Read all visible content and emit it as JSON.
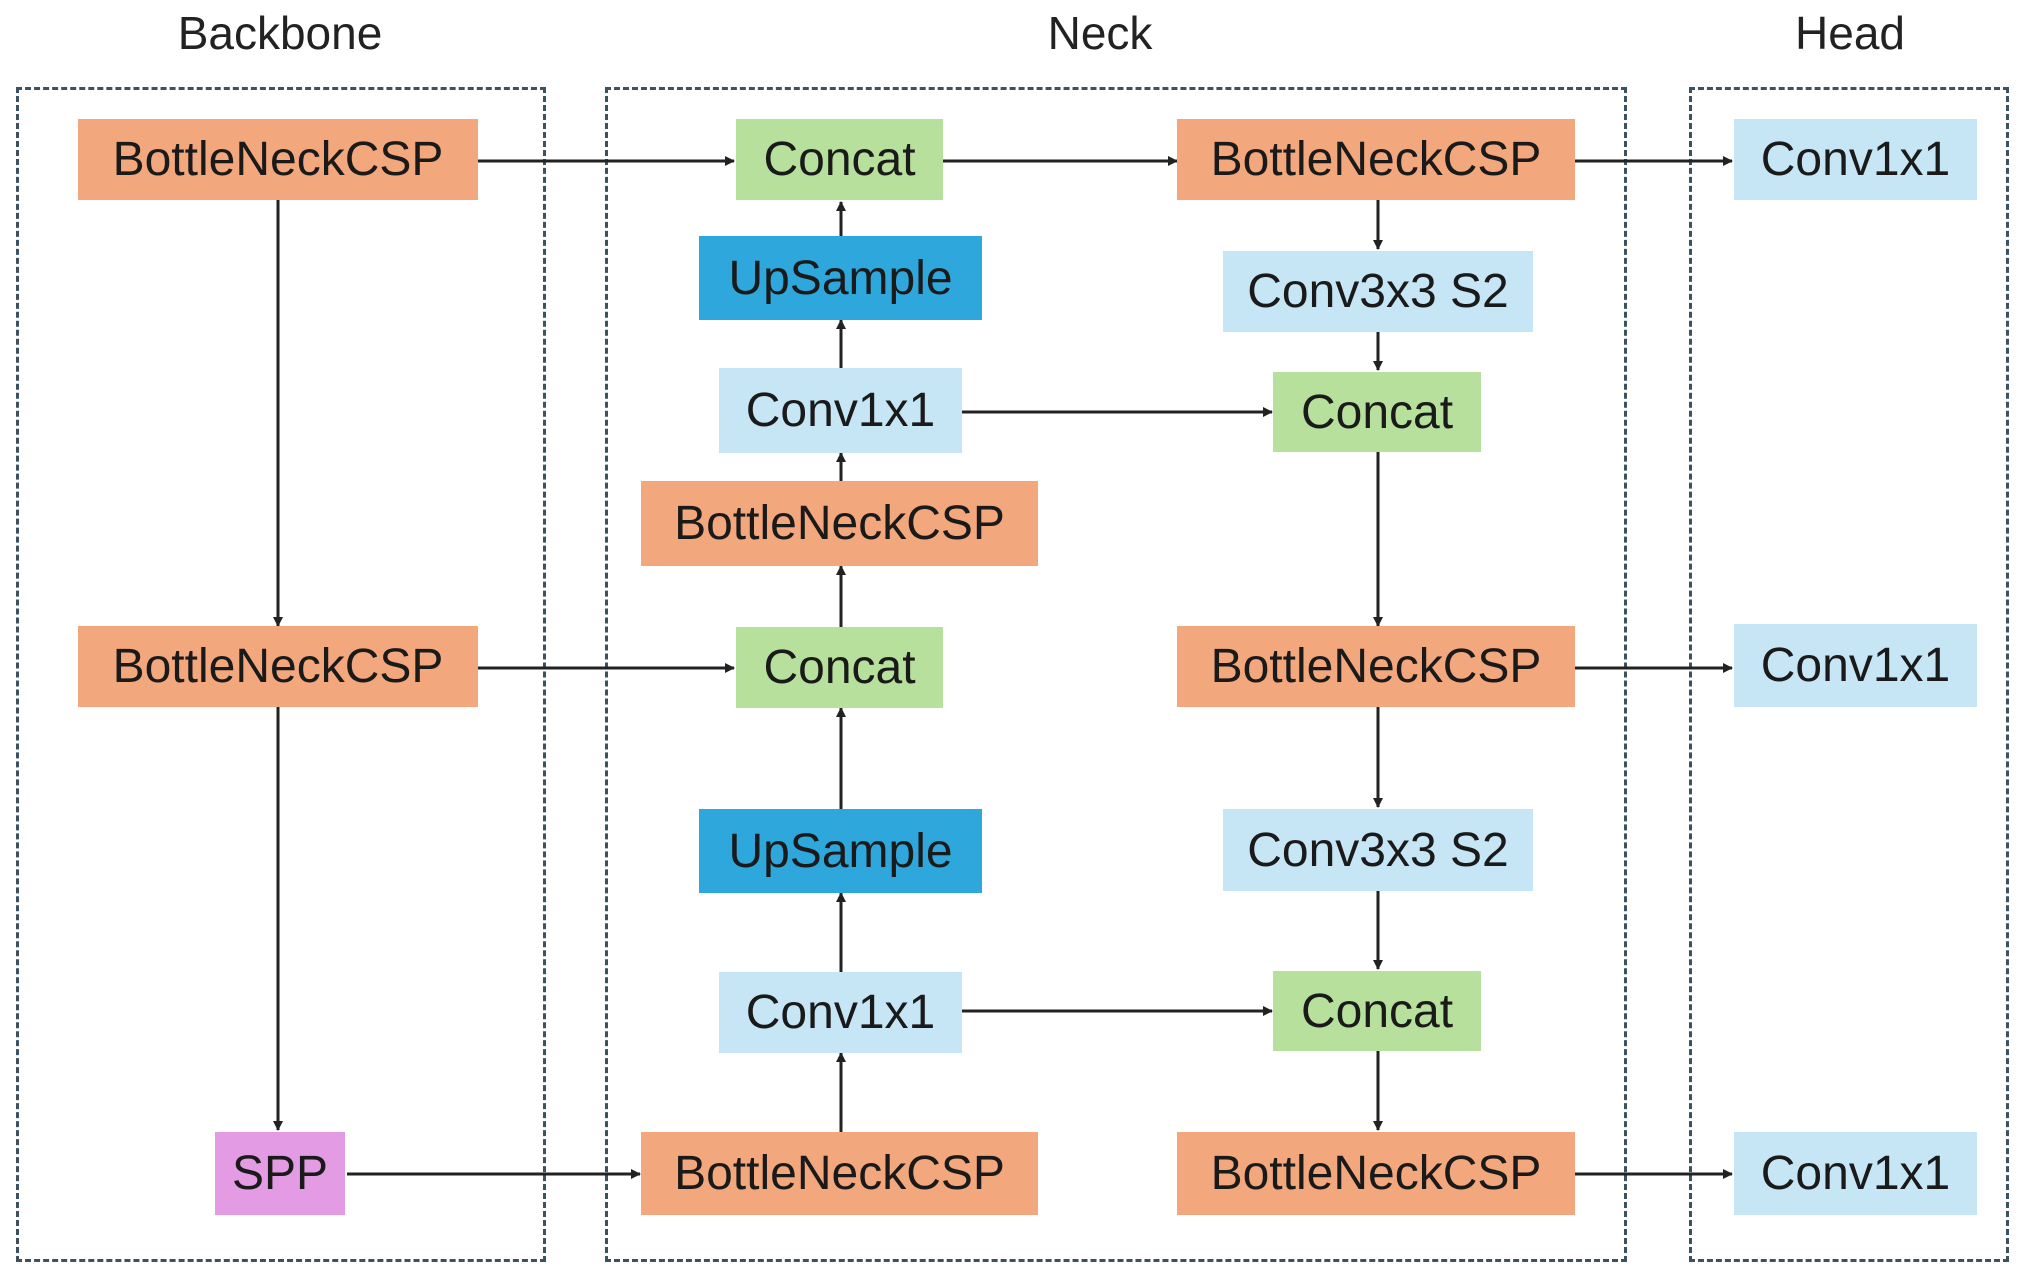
{
  "sections": {
    "backbone": "Backbone",
    "neck": "Neck",
    "head": "Head"
  },
  "backbone": {
    "bcsp_top": "BottleNeckCSP",
    "bcsp_mid": "BottleNeckCSP",
    "spp": "SPP"
  },
  "neck": {
    "concat_top": "Concat",
    "upsample_top": "UpSample",
    "conv1x1_top": "Conv1x1",
    "bcsp_up": "BottleNeckCSP",
    "concat_mid": "Concat",
    "upsample_bottom": "UpSample",
    "conv1x1_bottom": "Conv1x1",
    "bcsp_bottom_left": "BottleNeckCSP",
    "bcsp_out_top": "BottleNeckCSP",
    "conv3x3_top": "Conv3x3 S2",
    "concat_right_top": "Concat",
    "bcsp_out_mid": "BottleNeckCSP",
    "conv3x3_bottom": "Conv3x3 S2",
    "concat_right_bottom": "Concat",
    "bcsp_out_bottom": "BottleNeckCSP"
  },
  "head": {
    "conv1x1_top": "Conv1x1",
    "conv1x1_mid": "Conv1x1",
    "conv1x1_bottom": "Conv1x1"
  },
  "colors": {
    "bottleneck_csp": "#f2a77d",
    "concat": "#b6e09b",
    "conv": "#c6e6f5",
    "upsample": "#2ea7dc",
    "spp": "#e39be3",
    "group_border": "#3c5260",
    "arrow": "#222222"
  }
}
